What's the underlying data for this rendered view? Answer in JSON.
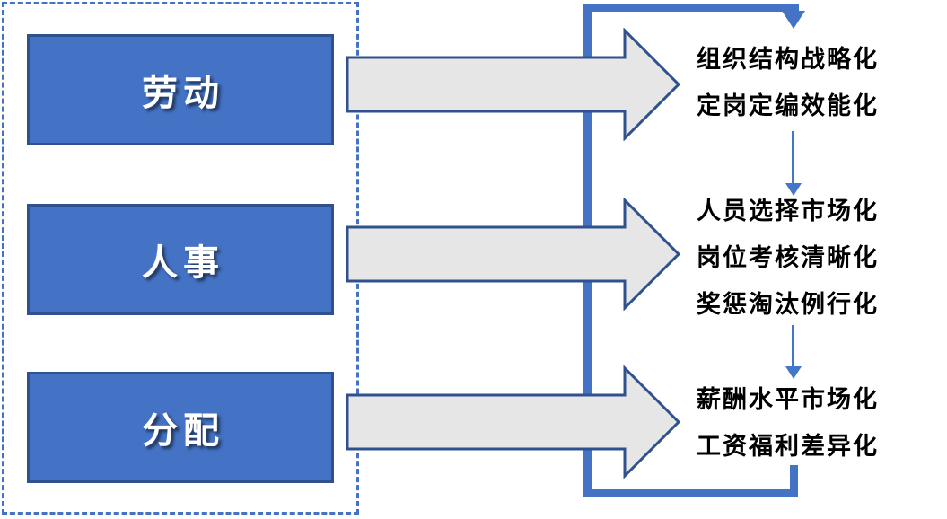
{
  "colors": {
    "box_fill": "#4472C4",
    "box_border": "#2F528F",
    "big_arrow_fill": "#E7E6E6",
    "big_arrow_border": "#2F528F",
    "loop_color": "#4472C4",
    "connector_color": "#4176C9",
    "frame_border": "#4472C4",
    "outcome_text": "#000000",
    "box_text": "#FFFFFF"
  },
  "left_panel": {
    "boxes": [
      {
        "label": "劳动"
      },
      {
        "label": "人事"
      },
      {
        "label": "分配"
      }
    ]
  },
  "right_panel": {
    "groups": [
      {
        "lines": [
          "组织结构战略化",
          "定岗定编效能化"
        ]
      },
      {
        "lines": [
          "人员选择市场化",
          "岗位考核清晰化",
          "奖惩淘汰例行化"
        ]
      },
      {
        "lines": [
          "薪酬水平市场化",
          "工资福利差异化"
        ]
      }
    ]
  }
}
